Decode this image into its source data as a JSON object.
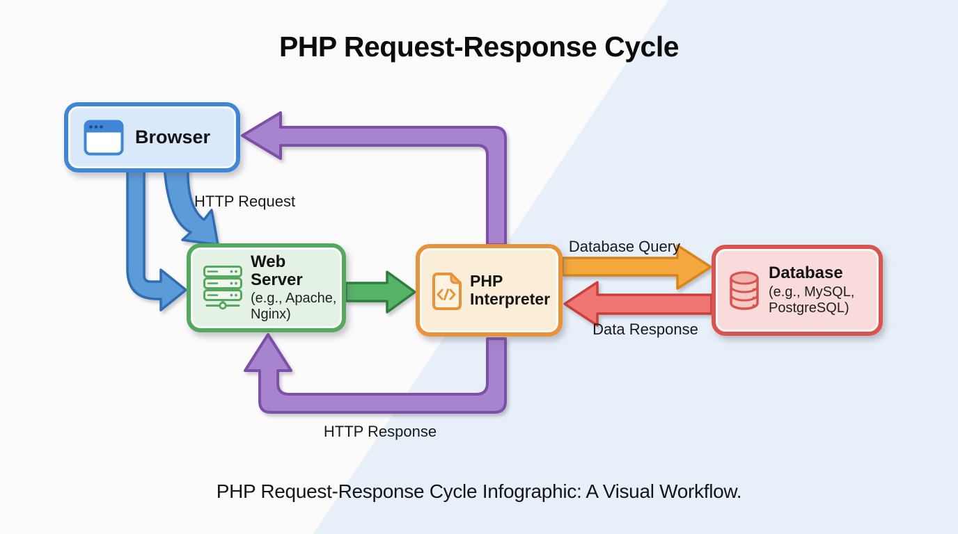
{
  "title": "PHP Request-Response Cycle",
  "caption": "PHP Request-Response Cycle Infographic: A Visual Workflow.",
  "diagram": {
    "background": {
      "left_color": "#fbfbfc",
      "right_color": "#e7f0f9"
    },
    "nodes": {
      "browser": {
        "label": "Browser",
        "icon": "browser-window-icon",
        "border_color": "#3f87d6",
        "fill_color": "#d9e9fa"
      },
      "web_server": {
        "label": "Web Server",
        "sublabel": "(e.g., Apache, Nginx)",
        "icon": "server-rack-icon",
        "border_color": "#54a95e",
        "fill_color": "#e3f2e4"
      },
      "php_interpreter": {
        "label": "PHP Interpreter",
        "icon": "code-file-icon",
        "border_color": "#e8923a",
        "fill_color": "#fbeed8"
      },
      "database": {
        "label": "Database",
        "sublabel": "(e.g., MySQL, PostgreSQL)",
        "icon": "database-cylinder-icon",
        "border_color": "#d9534f",
        "fill_color": "#f8dbda"
      }
    },
    "edges": {
      "http_request": {
        "label": "HTTP Request",
        "from": "browser",
        "to": "web_server",
        "fill_color": "#5b9bd8",
        "stroke_color": "#2f6cb3"
      },
      "browser_to_web_server": {
        "from": "browser",
        "to": "web_server",
        "fill_color": "#5b9bd8",
        "stroke_color": "#2f6cb3"
      },
      "web_server_to_php": {
        "from": "web_server",
        "to": "php_interpreter",
        "fill_color": "#56b468",
        "stroke_color": "#2e7d3c"
      },
      "database_query": {
        "label": "Database Query",
        "from": "php_interpreter",
        "to": "database",
        "fill_color": "#f3a93e",
        "stroke_color": "#d8861c"
      },
      "data_response": {
        "label": "Data Response",
        "from": "database",
        "to": "php_interpreter",
        "fill_color": "#f07673",
        "stroke_color": "#ca3f3c"
      },
      "php_to_browser": {
        "from": "php_interpreter",
        "to": "browser",
        "fill_color": "#a884cf",
        "stroke_color": "#7e4fa8"
      },
      "http_response": {
        "label": "HTTP Response",
        "from": "php_interpreter",
        "to": "web_server",
        "fill_color": "#a884cf",
        "stroke_color": "#7e4fa8"
      }
    }
  }
}
